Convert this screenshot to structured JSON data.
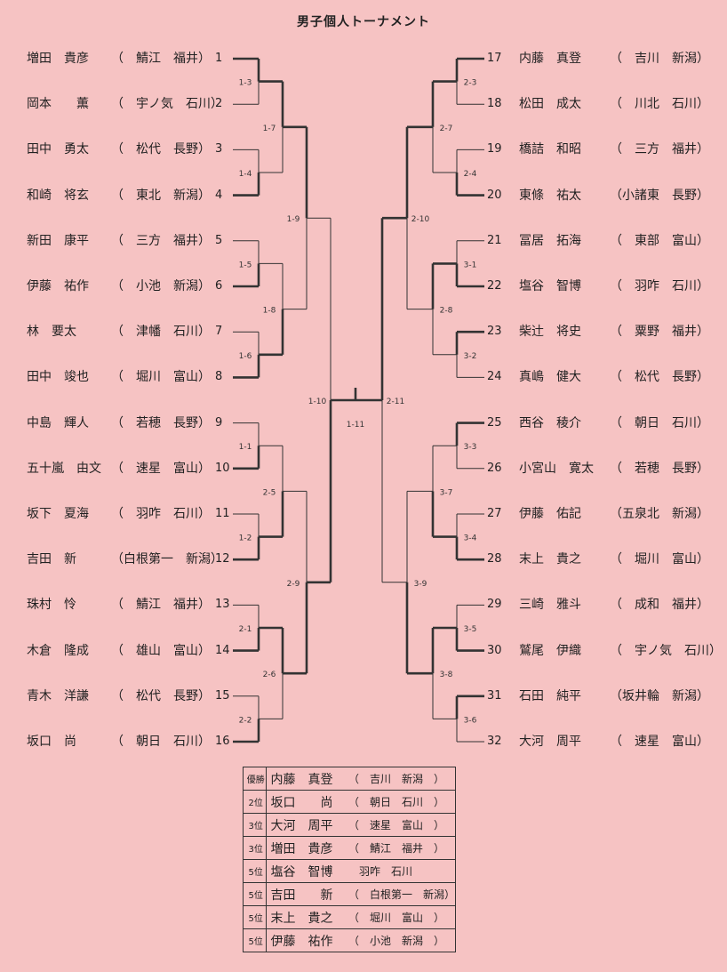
{
  "title": "男子個人トーナメント",
  "left_players": [
    {
      "seed": "1",
      "name": "増田　貴彦",
      "aff": "（　鯖江　福井）"
    },
    {
      "seed": "2",
      "name": "岡本　　薫",
      "aff": "（　宇ノ気　石川）"
    },
    {
      "seed": "3",
      "name": "田中　勇太",
      "aff": "（　松代　長野）"
    },
    {
      "seed": "4",
      "name": "和崎　将玄",
      "aff": "（　東北　新潟）"
    },
    {
      "seed": "5",
      "name": "新田　康平",
      "aff": "（　三方　福井）"
    },
    {
      "seed": "6",
      "name": "伊藤　祐作",
      "aff": "（　小池　新潟）"
    },
    {
      "seed": "7",
      "name": "林　要太",
      "aff": "（　津幡　石川）"
    },
    {
      "seed": "8",
      "name": "田中　竣也",
      "aff": "（　堀川　富山）"
    },
    {
      "seed": "9",
      "name": "中島　輝人",
      "aff": "（　若穂　長野）"
    },
    {
      "seed": "10",
      "name": "五十嵐　由文",
      "aff": "（　速星　富山）"
    },
    {
      "seed": "11",
      "name": "坂下　夏海",
      "aff": "（　羽咋　石川）"
    },
    {
      "seed": "12",
      "name": "吉田　新",
      "aff": "（白根第一　新潟）"
    },
    {
      "seed": "13",
      "name": "珠村　怜",
      "aff": "（　鯖江　福井）"
    },
    {
      "seed": "14",
      "name": "木倉　隆成",
      "aff": "（　雄山　富山）"
    },
    {
      "seed": "15",
      "name": "青木　洋謙",
      "aff": "（　松代　長野）"
    },
    {
      "seed": "16",
      "name": "坂口　尚",
      "aff": "（　朝日　石川）"
    }
  ],
  "right_players": [
    {
      "seed": "17",
      "name": "内藤　真登",
      "aff": "（　吉川　新潟）"
    },
    {
      "seed": "18",
      "name": "松田　成太",
      "aff": "（　川北　石川）"
    },
    {
      "seed": "19",
      "name": "橋詰　和昭",
      "aff": "（　三方　福井）"
    },
    {
      "seed": "20",
      "name": "東條　祐太",
      "aff": "（小諸東　長野）"
    },
    {
      "seed": "21",
      "name": "冨居　拓海",
      "aff": "（　東部　富山）"
    },
    {
      "seed": "22",
      "name": "塩谷　智博",
      "aff": "（　羽咋　石川）"
    },
    {
      "seed": "23",
      "name": "柴辻　将史",
      "aff": "（　粟野　福井）"
    },
    {
      "seed": "24",
      "name": "真嶋　健大",
      "aff": "（　松代　長野）"
    },
    {
      "seed": "25",
      "name": "西谷　稜介",
      "aff": "（　朝日　石川）"
    },
    {
      "seed": "26",
      "name": "小宮山　寛太",
      "aff": "（　若穂　長野）"
    },
    {
      "seed": "27",
      "name": "伊藤　佑記",
      "aff": "（五泉北　新潟）"
    },
    {
      "seed": "28",
      "name": "末上　貴之",
      "aff": "（　堀川　富山）"
    },
    {
      "seed": "29",
      "name": "三崎　雅斗",
      "aff": "（　成和　福井）"
    },
    {
      "seed": "30",
      "name": "鷲尾　伊織",
      "aff": "（　宇ノ気　石川）"
    },
    {
      "seed": "31",
      "name": "石田　純平",
      "aff": "（坂井輪　新潟）"
    },
    {
      "seed": "32",
      "name": "大河　周平",
      "aff": "（　速星　富山）"
    }
  ],
  "match_labels": {
    "left_r1": [
      "1-3",
      "1-4",
      "1-5",
      "1-6",
      "1-1",
      "1-2",
      "2-1",
      "2-2"
    ],
    "left_r2": [
      "1-7",
      "1-8",
      "2-5",
      "2-6"
    ],
    "left_r3": [
      "1-9",
      "2-9"
    ],
    "left_r4": "1-10",
    "final": "1-11",
    "right_r4": "2-11",
    "right_r3": [
      "2-10",
      "3-9"
    ],
    "right_r2": [
      "2-7",
      "2-8",
      "3-7",
      "3-8"
    ],
    "right_r1": [
      "2-3",
      "2-4",
      "3-1",
      "3-2",
      "3-3",
      "3-4",
      "3-5",
      "3-6"
    ]
  },
  "results": [
    {
      "rank": "優勝",
      "name": "内藤　真登",
      "aff": "（　吉川　新潟　）"
    },
    {
      "rank": "2位",
      "name": "坂口　　尚",
      "aff": "（　朝日　石川　）"
    },
    {
      "rank": "3位",
      "name": "大河　周平",
      "aff": "（　速星　富山　）"
    },
    {
      "rank": "3位",
      "name": "増田　貴彦",
      "aff": "（　鯖江　福井　）"
    },
    {
      "rank": "5位",
      "name": "塩谷　智博",
      "aff": "　羽咋　石川"
    },
    {
      "rank": "5位",
      "name": "吉田　　新",
      "aff": "（　白根第一　新潟）"
    },
    {
      "rank": "5位",
      "name": "末上　貴之",
      "aff": "（　堀川　富山　）"
    },
    {
      "rank": "5位",
      "name": "伊藤　祐作",
      "aff": "（　小池　新潟　）"
    }
  ]
}
